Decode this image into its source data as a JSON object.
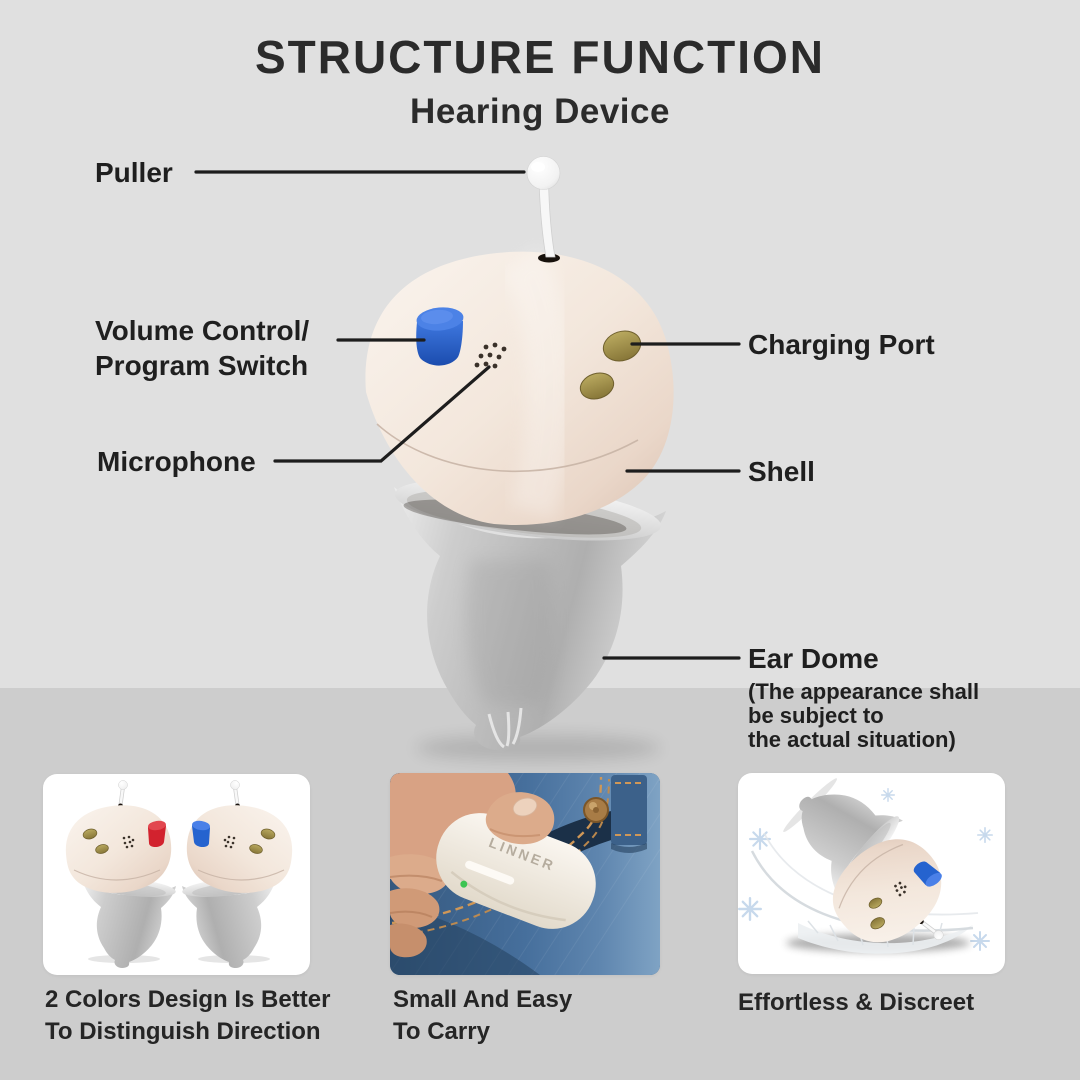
{
  "header": {
    "title": "STRUCTURE FUNCTION",
    "subtitle": "Hearing Device"
  },
  "callouts": {
    "puller": {
      "label": "Puller"
    },
    "volume": {
      "label_line1": "Volume Control/",
      "label_line2": "Program Switch"
    },
    "microphone": {
      "label": "Microphone"
    },
    "charging_port": {
      "label": "Charging Port"
    },
    "shell": {
      "label": "Shell"
    },
    "ear_dome": {
      "label": "Ear Dome",
      "note_line1": "(The appearance shall",
      "note_line2": "be subject to",
      "note_line3": "the actual situation)"
    }
  },
  "features": [
    {
      "caption_line1": "2 Colors Design Is Better",
      "caption_line2": "To Distinguish Direction"
    },
    {
      "caption_line1": "Small And Easy",
      "caption_line2": "To Carry"
    },
    {
      "caption_line1": "Effortless & Discreet",
      "caption_line2": ""
    }
  ],
  "case_brand": "LINNER",
  "colors": {
    "background_top": "#e0e0e0",
    "background_bottom": "#cdcdcd",
    "accent_blue": "#2563cf",
    "accent_red": "#d2222e",
    "contact_gold": "#9c8c4a",
    "shell_cream": "#f3e7dc",
    "dome_silver": "#c6c6c6",
    "text_dark": "#1f1f1f"
  }
}
